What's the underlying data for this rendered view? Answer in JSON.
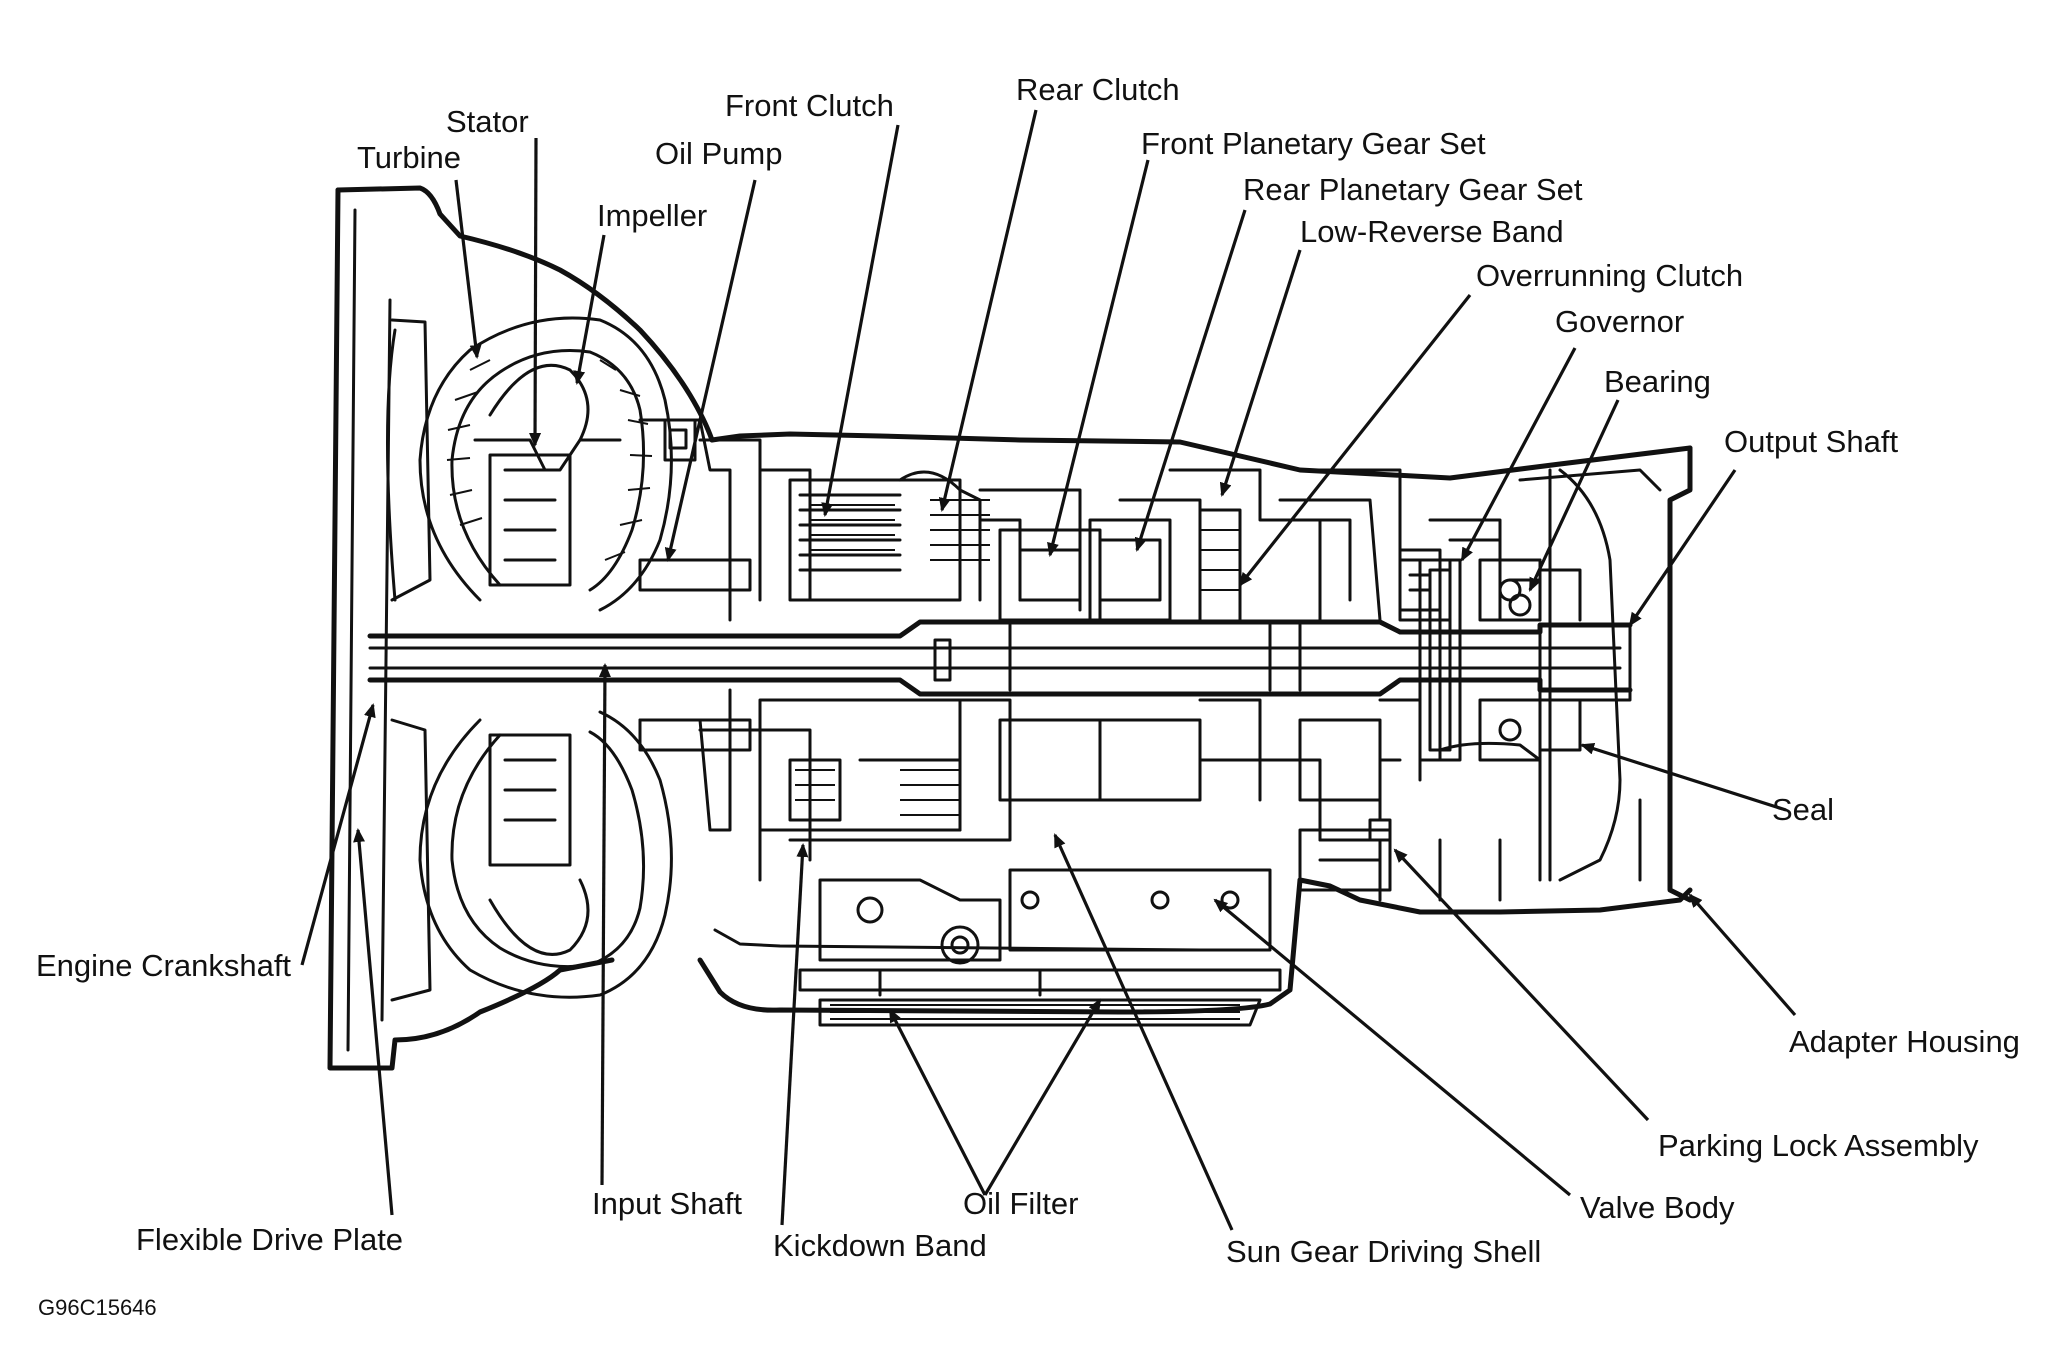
{
  "labels": {
    "stator": "Stator",
    "turbine": "Turbine",
    "front_clutch": "Front Clutch",
    "oil_pump": "Oil Pump",
    "impeller": "Impeller",
    "rear_clutch": "Rear Clutch",
    "front_planetary": "Front Planetary Gear Set",
    "rear_planetary": "Rear Planetary Gear Set",
    "low_reverse_band": "Low-Reverse Band",
    "overrunning_clutch": "Overrunning Clutch",
    "governor": "Governor",
    "bearing": "Bearing",
    "output_shaft": "Output Shaft",
    "seal": "Seal",
    "engine_crankshaft": "Engine Crankshaft",
    "adapter_housing": "Adapter Housing",
    "parking_lock": "Parking Lock Assembly",
    "valve_body": "Valve Body",
    "input_shaft": "Input Shaft",
    "oil_filter": "Oil Filter",
    "flexible_drive_plate": "Flexible Drive Plate",
    "kickdown_band": "Kickdown Band",
    "sun_gear_shell": "Sun Gear Driving Shell"
  },
  "figure_code": "G96C15646"
}
